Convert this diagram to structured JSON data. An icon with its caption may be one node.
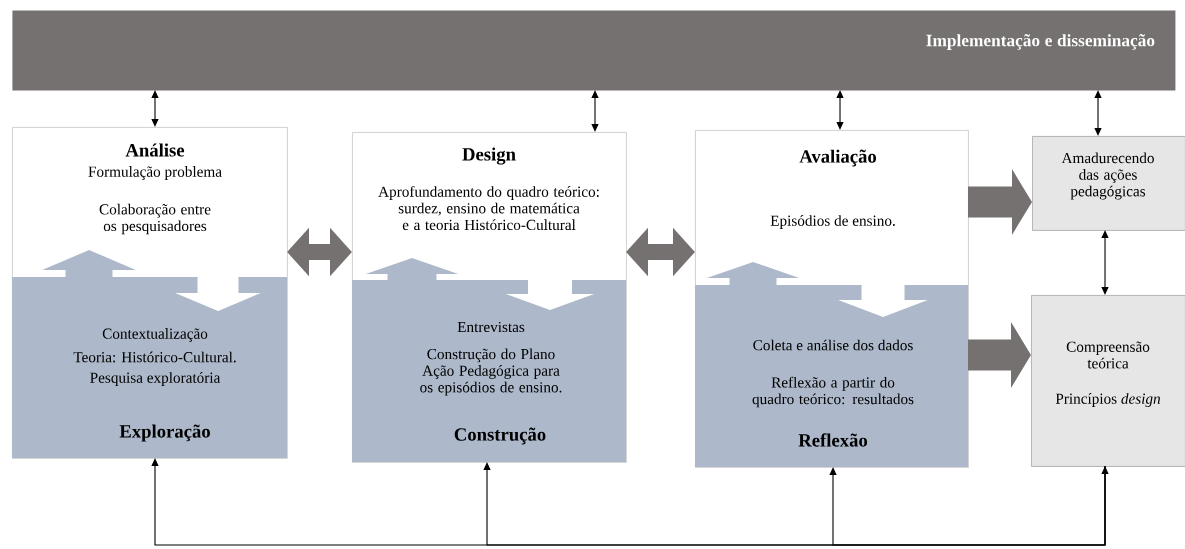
{
  "diagram": {
    "nodes": [
      {
        "text": [
          "Implementação e disseminação"
        ]
      },
      {
        "text": [
          "Análise",
          "Formulação problema",
          "Colaboração entre os pesquisadores",
          "Contextualização",
          "Teoria: Histórico-Cultural.",
          "Pesquisa exploratória",
          "Exploração"
        ]
      },
      {
        "text": [
          "Design",
          "Aprofundamento do quadro teórico: surdez, ensino de matemática e a teoria Histórico-Cultural",
          "Entrevistas",
          "Construção do Plano Ação Pedagógica para os episódios de ensino.",
          "Construção"
        ]
      },
      {
        "text": [
          "Avaliação",
          "Episódios de ensino.",
          "Coleta e análise dos dados",
          "Reflexão a partir do quadro teórico: resultados",
          "Reflexão"
        ]
      },
      {
        "text": [
          "Amadurecendo das ações pedagógicas"
        ]
      },
      {
        "text": [
          "Compreensão teórica",
          "Princípios *design*"
        ]
      }
    ],
    "edges": [
      {
        "from": 0,
        "to": 1,
        "arrow": "both"
      },
      {
        "from": 0,
        "to": 2,
        "arrow": "both"
      },
      {
        "from": 0,
        "to": 3,
        "arrow": "both"
      },
      {
        "from": 0,
        "to": 4,
        "arrow": "both"
      },
      {
        "from": 1,
        "to": 2,
        "arrow": "both",
        "style": "thick",
        "color": "#767171"
      },
      {
        "from": 2,
        "to": 3,
        "arrow": "both",
        "style": "thick",
        "color": "#767171"
      },
      {
        "from": 3,
        "to": 4,
        "arrow": "to",
        "style": "thick",
        "color": "#767171"
      },
      {
        "from": 3,
        "to": 5,
        "arrow": "to",
        "style": "thick",
        "color": "#767171"
      },
      {
        "from": 4,
        "to": 5,
        "arrow": "both"
      },
      {
        "from": 1,
        "to": 5,
        "arrow": "both"
      },
      {
        "from": 5,
        "to": 2,
        "arrow": "to"
      },
      {
        "from": 5,
        "to": 3,
        "arrow": "to"
      }
    ]
  }
}
